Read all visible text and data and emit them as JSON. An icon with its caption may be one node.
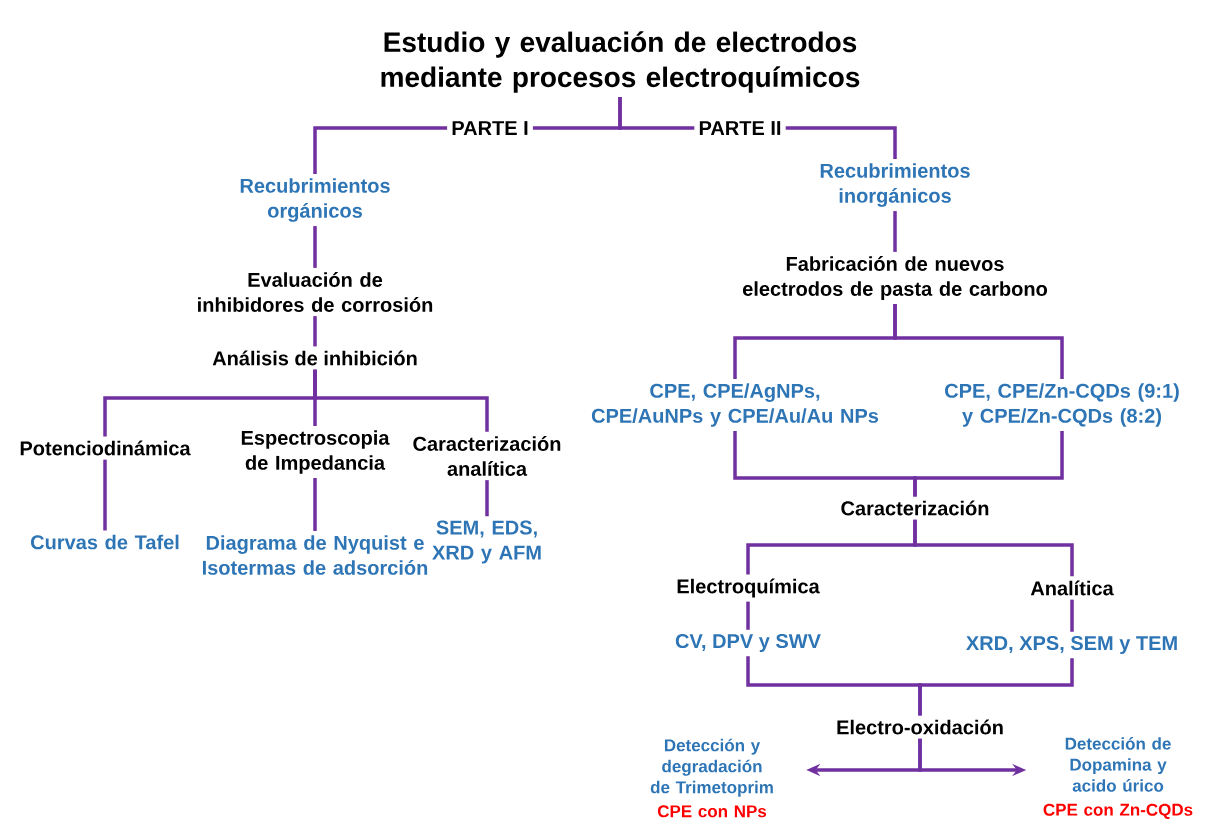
{
  "diagram": {
    "nodes": [
      {
        "text": [
          "Estudio y evaluación de electrodos mediante procesos electroquímicos"
        ]
      },
      {
        "text": [
          "PARTE I"
        ]
      },
      {
        "text": [
          "PARTE II"
        ]
      },
      {
        "text": [
          "Recubrimientos orgánicos"
        ]
      },
      {
        "text": [
          "Evaluación de inhibidores de corrosión"
        ]
      },
      {
        "text": [
          "Análisis de inhibición"
        ]
      },
      {
        "text": [
          "Potenciodinámica"
        ]
      },
      {
        "text": [
          "Espectroscopia de Impedancia"
        ]
      },
      {
        "text": [
          "Caracterización analítica"
        ]
      },
      {
        "text": [
          "Curvas de Tafel"
        ]
      },
      {
        "text": [
          "Diagrama de Nyquist e Isotermas de adsorción"
        ]
      },
      {
        "text": [
          "SEM, EDS, XRD y AFM"
        ]
      },
      {
        "text": [
          "Recubrimientos inorgánicos"
        ]
      },
      {
        "text": [
          "Fabricación de nuevos electrodos de pasta de carbono"
        ]
      },
      {
        "text": [
          "CPE, CPE/AgNPs, CPE/AuNPs y CPE/Au/Au NPs"
        ]
      },
      {
        "text": [
          "CPE, CPE/Zn-CQDs (9:1) y CPE/Zn-CQDs (8:2)"
        ]
      },
      {
        "text": [
          "Caracterización"
        ]
      },
      {
        "text": [
          "Electroquímica"
        ]
      },
      {
        "text": [
          "Analítica"
        ]
      },
      {
        "text": [
          "CV, DPV y SWV"
        ]
      },
      {
        "text": [
          "XRD, XPS, SEM y TEM"
        ]
      },
      {
        "text": [
          "Electro-oxidación"
        ]
      },
      {
        "text": [
          "Detección y degradación de Trimetoprim",
          "CPE con NPs"
        ]
      },
      {
        "text": [
          "Detección de Dopamina y acido úrico",
          "CPE con Zn-CQDs"
        ]
      }
    ],
    "edges": [
      {
        "from": 0,
        "to": 1,
        "arrow": "none"
      },
      {
        "from": 0,
        "to": 2,
        "arrow": "none"
      },
      {
        "from": 1,
        "to": 3,
        "arrow": "none"
      },
      {
        "from": 2,
        "to": 12,
        "arrow": "none"
      },
      {
        "from": 3,
        "to": 4,
        "arrow": "none"
      },
      {
        "from": 4,
        "to": 5,
        "arrow": "none"
      },
      {
        "from": 5,
        "to": 6,
        "arrow": "none"
      },
      {
        "from": 5,
        "to": 7,
        "arrow": "none"
      },
      {
        "from": 5,
        "to": 8,
        "arrow": "none"
      },
      {
        "from": 6,
        "to": 9,
        "arrow": "none"
      },
      {
        "from": 7,
        "to": 10,
        "arrow": "none"
      },
      {
        "from": 8,
        "to": 11,
        "arrow": "none"
      },
      {
        "from": 12,
        "to": 13,
        "arrow": "none"
      },
      {
        "from": 13,
        "to": 14,
        "arrow": "none"
      },
      {
        "from": 13,
        "to": 15,
        "arrow": "none"
      },
      {
        "from": 14,
        "to": 16,
        "arrow": "none"
      },
      {
        "from": 15,
        "to": 16,
        "arrow": "none"
      },
      {
        "from": 16,
        "to": 17,
        "arrow": "none"
      },
      {
        "from": 16,
        "to": 18,
        "arrow": "none"
      },
      {
        "from": 17,
        "to": 19,
        "arrow": "none"
      },
      {
        "from": 18,
        "to": 20,
        "arrow": "none"
      },
      {
        "from": 19,
        "to": 21,
        "arrow": "none"
      },
      {
        "from": 20,
        "to": 21,
        "arrow": "none"
      },
      {
        "from": 21,
        "to": 22,
        "arrow": "to"
      },
      {
        "from": 21,
        "to": 23,
        "arrow": "to"
      }
    ]
  }
}
